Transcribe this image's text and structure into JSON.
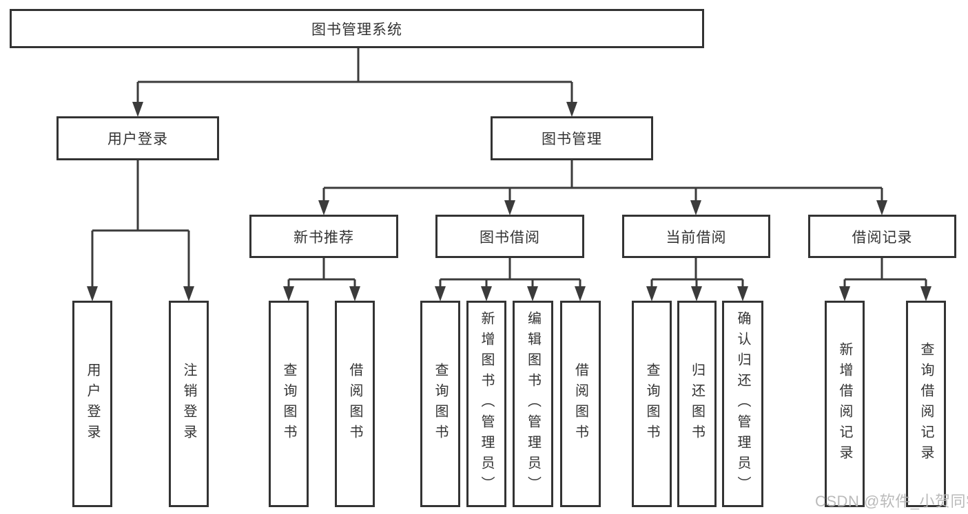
{
  "diagram": {
    "root": {
      "label": "图书管理系统"
    },
    "branches": [
      {
        "label": "用户登录",
        "children": [
          {
            "label": "用户登录"
          },
          {
            "label": "注销登录"
          }
        ]
      },
      {
        "label": "图书管理",
        "children": [
          {
            "label": "新书推荐",
            "children": [
              {
                "label": "查询图书"
              },
              {
                "label": "借阅图书"
              }
            ]
          },
          {
            "label": "图书借阅",
            "children": [
              {
                "label": "查询图书"
              },
              {
                "label": "新增图书（管理员）"
              },
              {
                "label": "编辑图书（管理员）"
              },
              {
                "label": "借阅图书"
              }
            ]
          },
          {
            "label": "当前借阅",
            "children": [
              {
                "label": "查询图书"
              },
              {
                "label": "归还图书"
              },
              {
                "label": "确认归还（管理员）"
              }
            ]
          },
          {
            "label": "借阅记录",
            "children": [
              {
                "label": "新增借阅记录"
              },
              {
                "label": "查询借阅记录"
              }
            ]
          }
        ]
      }
    ]
  },
  "watermark": {
    "text": "CSDN @软件_小贺同学"
  },
  "colors": {
    "line": "#3b3b3b",
    "box_border": "#333333",
    "box_background": "#ffffff",
    "text": "#333333",
    "watermark": "#b5b5b5"
  }
}
